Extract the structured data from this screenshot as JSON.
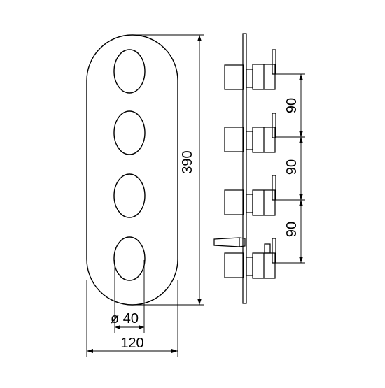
{
  "drawing": {
    "front_view": {
      "height_dim": "390",
      "width_dim": "120",
      "hole_dim": "ø 40",
      "handle_count": 4
    },
    "side_view": {
      "spacing_dims": [
        "90",
        "90",
        "90"
      ],
      "handle_count": 4
    },
    "colors": {
      "stroke": "#000000",
      "background": "#ffffff"
    }
  }
}
